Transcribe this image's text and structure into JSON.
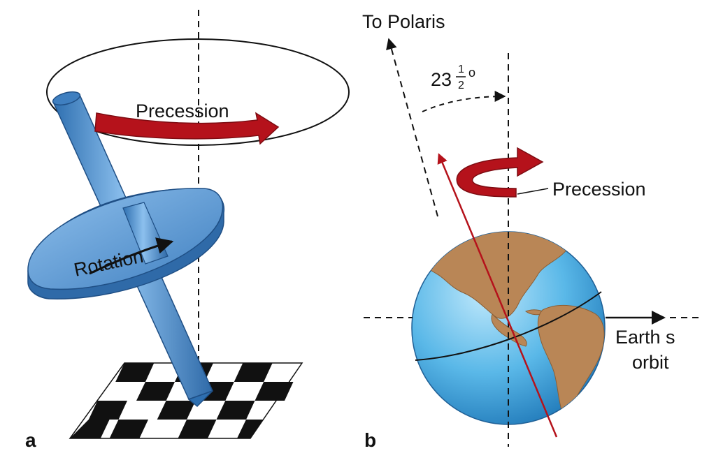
{
  "panel_a": {
    "letter": "a",
    "precession_label": "Precession",
    "rotation_label": "Rotation"
  },
  "panel_b": {
    "letter": "b",
    "polaris_label": "To Polaris",
    "tilt_whole": "23",
    "tilt_num": "1",
    "tilt_den": "2",
    "tilt_deg": "o",
    "precession_label": "Precession",
    "orbit_label_line1": "Earth s",
    "orbit_label_line2": "orbit"
  },
  "colors": {
    "spindle_blue": "#4f90cf",
    "disk_blue": "#6aa6dc",
    "precession_red": "#b5121b",
    "ocean_blue": "#5ab8e8",
    "land_brown": "#b98656",
    "checker_dark": "#111111"
  },
  "icons": [
    "checkerboard-base",
    "spinning-top",
    "earth-globe"
  ]
}
